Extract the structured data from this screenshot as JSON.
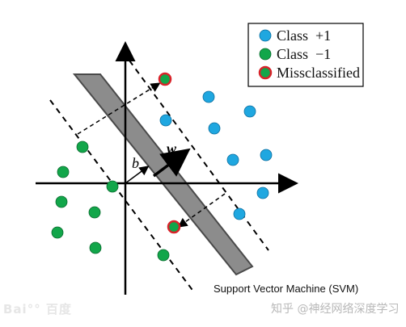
{
  "legend": {
    "items": [
      {
        "label": "Class  +1",
        "color": "#1fa7e0"
      },
      {
        "label": "Class  −1",
        "color": "#12a64a"
      },
      {
        "label": "Missclassified",
        "color": "#12a64a",
        "ring": "#d8232a"
      }
    ]
  },
  "labels": {
    "w": "w",
    "b": "b"
  },
  "caption": "Support Vector Machine (SVM)",
  "watermark_left": "Bai°° 百度",
  "watermark_right": "知乎 @神经网络深度学习",
  "colors": {
    "positive": "#1fa7e0",
    "negative": "#12a64a",
    "misclassified_ring": "#d8232a",
    "hyperplane_fill": "#8c8c8c",
    "hyperplane_stroke": "#4a4a4a"
  }
}
